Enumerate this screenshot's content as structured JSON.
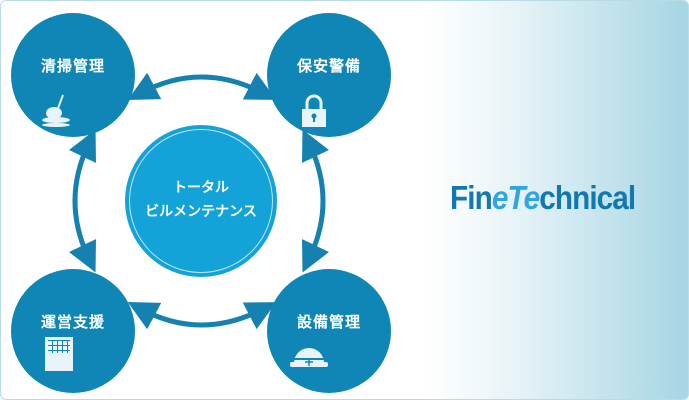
{
  "center": {
    "line1": "トータル",
    "line2": "ビルメンテナンス"
  },
  "nodes": [
    {
      "label": "清掃管理",
      "icon": "cleaning-mop-icon"
    },
    {
      "label": "保安警備",
      "icon": "padlock-icon"
    },
    {
      "label": "運営支援",
      "icon": "building-icon"
    },
    {
      "label": "設備管理",
      "icon": "hard-hat-icon"
    }
  ],
  "logo": {
    "part1": "Fin",
    "part2": "e",
    "part3": "Te",
    "part4": "chnical"
  },
  "colors": {
    "node": "#0f86b5",
    "center": "#14a3d9",
    "arrow": "#1581b0"
  }
}
